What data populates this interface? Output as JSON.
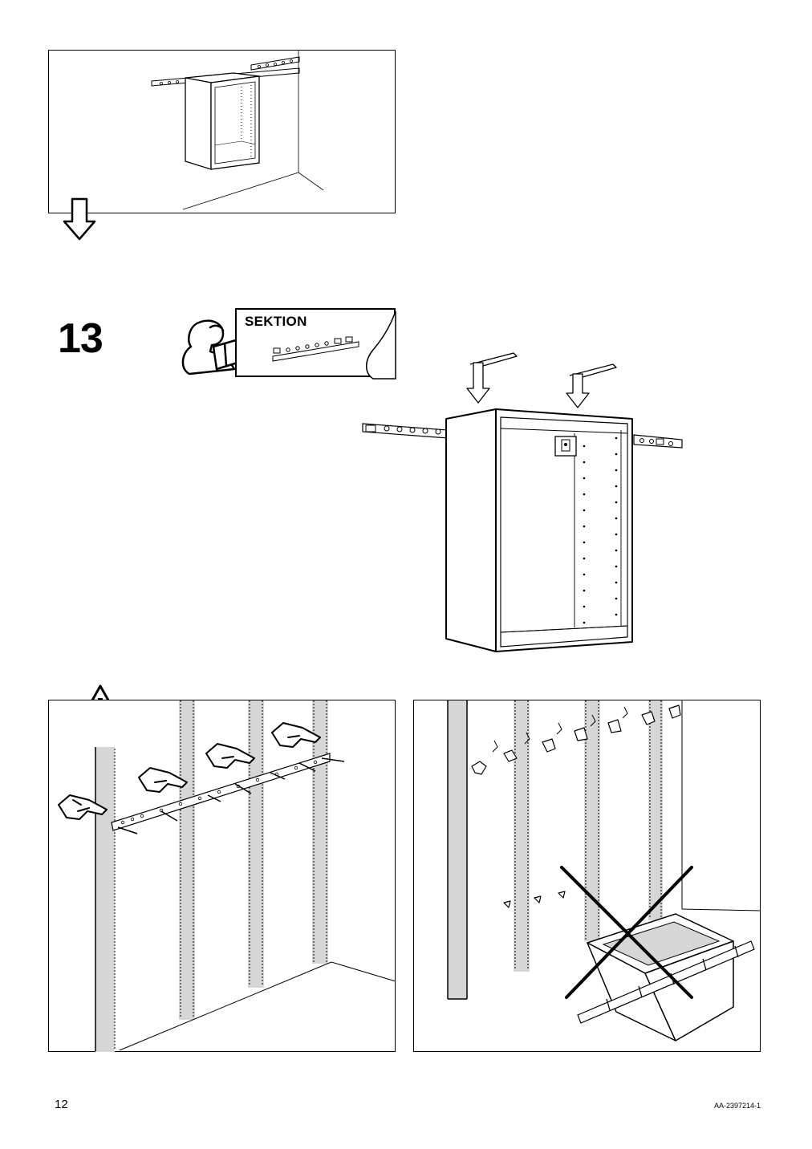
{
  "step": {
    "number": "13"
  },
  "reference_booklet": {
    "label": "SEKTION",
    "icon": "manual-reader-icon"
  },
  "icons": {
    "next_arrow": "down-arrow-icon",
    "warning": "warning-triangle-icon",
    "pointing_hand": "pointing-hand-icon",
    "wrong_cross": "x-cross-icon"
  },
  "footer": {
    "page_number": "12",
    "document_code": "AA-2397214-1"
  }
}
